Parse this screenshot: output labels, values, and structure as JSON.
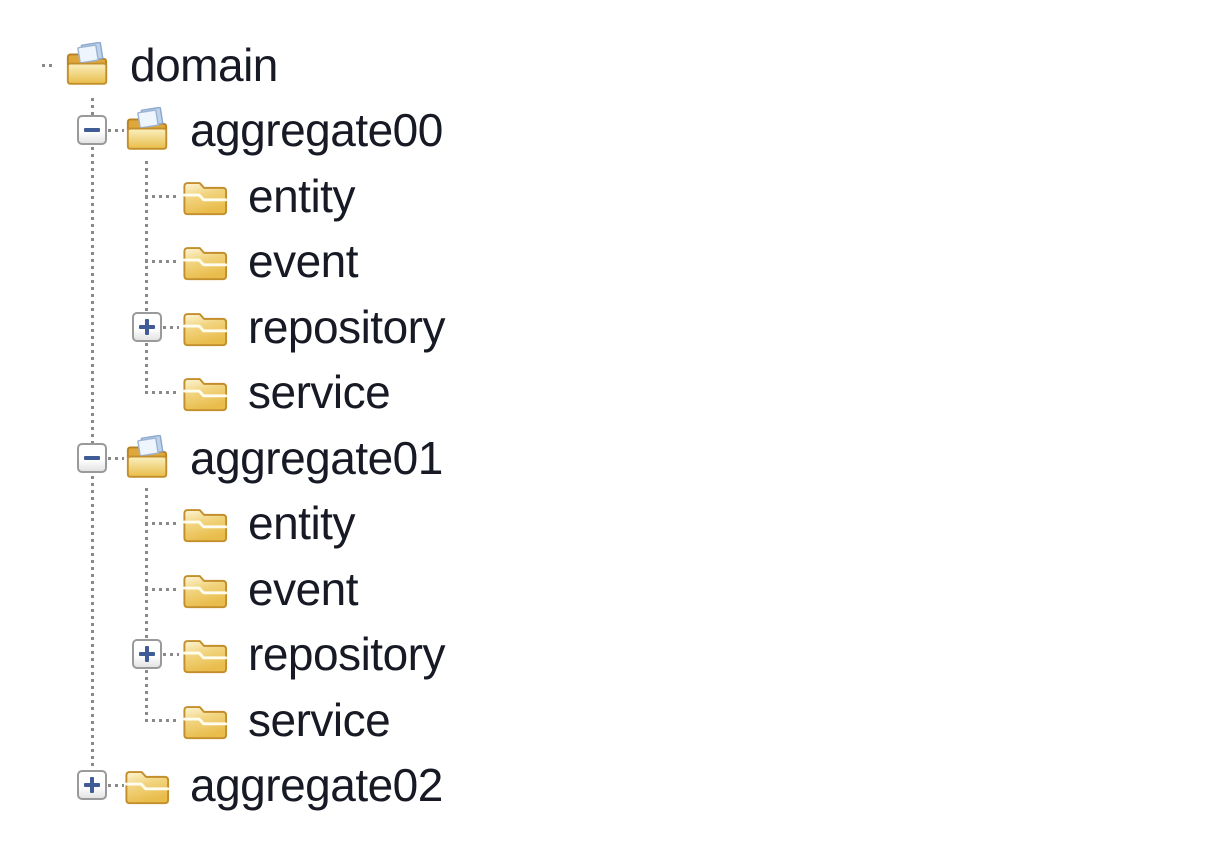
{
  "colors": {
    "background": "#ffffff",
    "label_text": "#171a24",
    "connector_dots": "#8a8a8a",
    "expander_border": "#9a9a9a",
    "expander_sign": "#3f5c97",
    "folder_gold": "#e9bc4b",
    "folder_outline": "#c28f2c",
    "page_blue": "#bdd3ec"
  },
  "tree": {
    "nodes": [
      {
        "label": "domain",
        "level": 0,
        "icon": "open-folder-icon",
        "expander": "none"
      },
      {
        "label": "aggregate00",
        "level": 1,
        "icon": "open-folder-icon",
        "expander": "minus"
      },
      {
        "label": "entity",
        "level": 2,
        "icon": "closed-folder-icon",
        "expander": "none"
      },
      {
        "label": "event",
        "level": 2,
        "icon": "closed-folder-icon",
        "expander": "none"
      },
      {
        "label": "repository",
        "level": 2,
        "icon": "closed-folder-icon",
        "expander": "plus"
      },
      {
        "label": "service",
        "level": 2,
        "icon": "closed-folder-icon",
        "expander": "none"
      },
      {
        "label": "aggregate01",
        "level": 1,
        "icon": "open-folder-icon",
        "expander": "minus"
      },
      {
        "label": "entity",
        "level": 2,
        "icon": "closed-folder-icon",
        "expander": "none"
      },
      {
        "label": "event",
        "level": 2,
        "icon": "closed-folder-icon",
        "expander": "none"
      },
      {
        "label": "repository",
        "level": 2,
        "icon": "closed-folder-icon",
        "expander": "plus"
      },
      {
        "label": "service",
        "level": 2,
        "icon": "closed-folder-icon",
        "expander": "none"
      },
      {
        "label": "aggregate02",
        "level": 1,
        "icon": "closed-folder-icon",
        "expander": "plus"
      }
    ]
  }
}
